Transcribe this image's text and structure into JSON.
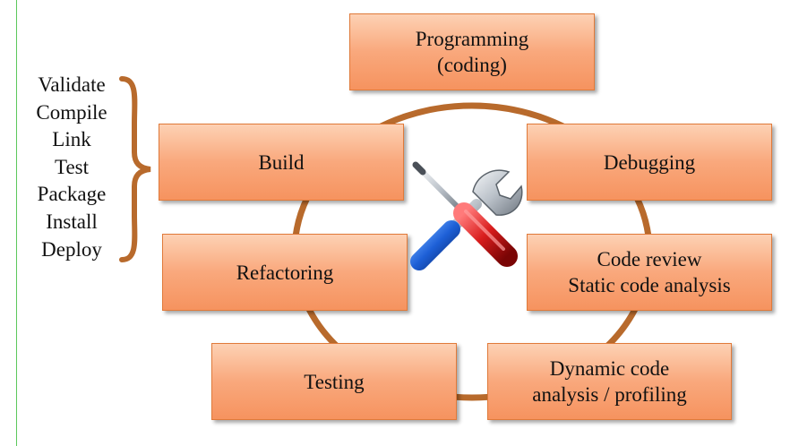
{
  "cycle": {
    "programming": [
      "Programming",
      "(coding)"
    ],
    "debugging": [
      "Debugging"
    ],
    "code_review": [
      "Code review",
      "Static code analysis"
    ],
    "dynamic_analysis": [
      "Dynamic code",
      "analysis / profiling"
    ],
    "testing": [
      "Testing"
    ],
    "refactoring": [
      "Refactoring"
    ],
    "build": [
      "Build"
    ]
  },
  "build_steps": [
    "Validate",
    "Compile",
    "Link",
    "Test",
    "Package",
    "Install",
    "Deploy"
  ],
  "icons": {
    "center": "wrench-screwdriver-icon",
    "brace": "curly-brace-icon"
  },
  "colors": {
    "box_fill_light": "#fdd1b4",
    "box_fill_dark": "#f6935f",
    "box_border": "#e07a3a",
    "ring": "#b86a2c",
    "brace": "#b86a2c"
  }
}
